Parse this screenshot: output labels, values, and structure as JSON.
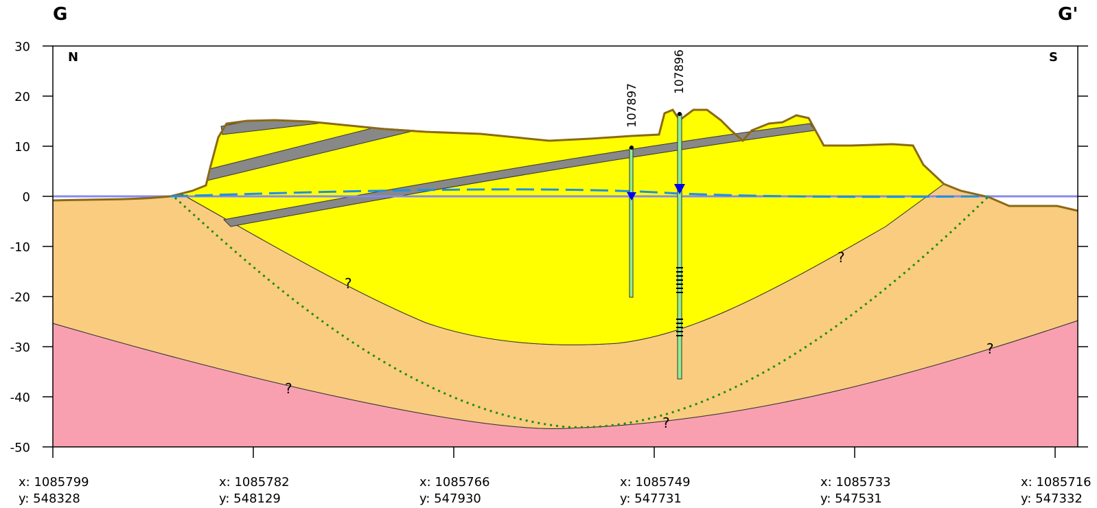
{
  "section": {
    "start_label": "G",
    "end_label": "G'",
    "left_direction": "N",
    "right_direction": "S"
  },
  "y_axis": {
    "ticks": [
      30,
      20,
      10,
      0,
      -10,
      -20,
      -30,
      -40,
      -50
    ],
    "tick_labels": [
      "30",
      "20",
      "10",
      "0",
      "-10",
      "-20",
      "-30",
      "-40",
      "-50"
    ]
  },
  "x_stations": [
    {
      "x": "x: 1085799",
      "y": "y: 548328"
    },
    {
      "x": "x: 1085782",
      "y": "y: 548129"
    },
    {
      "x": "x: 1085766",
      "y": "y: 547930"
    },
    {
      "x": "x: 1085749",
      "y": "y: 547731"
    },
    {
      "x": "x: 1085733",
      "y": "y: 547531"
    },
    {
      "x": "x: 1085716",
      "y": "y: 547332"
    }
  ],
  "wells": [
    {
      "id": "107897",
      "top_elev": 9.5,
      "bottom_elev": -20,
      "water_level": 0
    },
    {
      "id": "107896",
      "top_elev": 16.5,
      "bottom_elev": -36,
      "water_level": 1.5,
      "screens": [
        [
          -14,
          -19
        ],
        [
          -24,
          -28
        ]
      ]
    }
  ],
  "uncertain_markers": [
    "?",
    "?",
    "?",
    "?",
    "?"
  ],
  "colors": {
    "fill_unit": "#ffff00",
    "gray_beds": "#888888",
    "sand_unit": "#f9cc7f",
    "bedrock_unit": "#f9a0b0",
    "ground_surface": "#8b6914",
    "water_table": "#1e90e0",
    "sea_level": "#8888ee",
    "dotted_boundary": "#1a8a1a",
    "well_casing": "#90ee90",
    "water_marker": "#0000ee"
  }
}
